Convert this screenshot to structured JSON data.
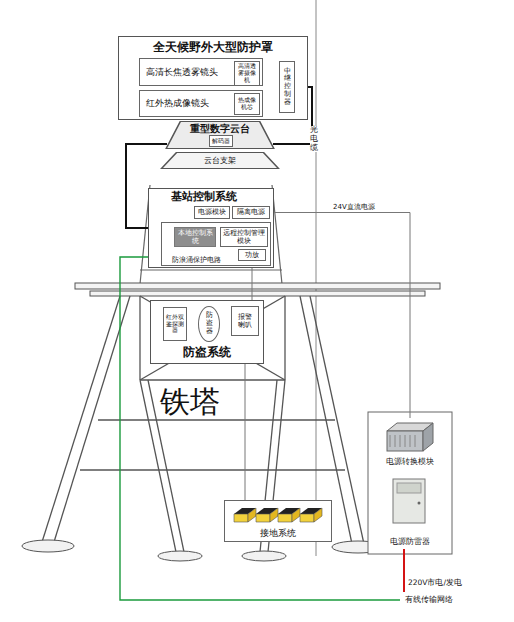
{
  "diagram": {
    "nodes": [
      {
        "text": [
          "全天候野外大型防护罩"
        ]
      },
      {
        "text": [
          "高清长焦透雾镜头"
        ],
        "in": 0
      },
      {
        "text": [
          "高清透雾摄像机"
        ],
        "in": 1
      },
      {
        "text": [
          "红外热成像镜头"
        ],
        "in": 0
      },
      {
        "text": [
          "热成像机芯"
        ],
        "in": 3
      },
      {
        "text": [
          "中继控制器"
        ],
        "in": 0
      },
      {
        "text": [
          "重型数字云台"
        ]
      },
      {
        "text": [
          "解码器"
        ],
        "in": 6
      },
      {
        "text": [
          "云台支架"
        ]
      },
      {
        "text": [
          "基站控制系统"
        ]
      },
      {
        "text": [
          "电源模块"
        ],
        "in": 9
      },
      {
        "text": [
          "隔离电源"
        ],
        "in": 9
      },
      {
        "text": [
          "防浪涌保护电路"
        ],
        "in": 9
      },
      {
        "text": [
          "本地控制系统"
        ],
        "in": 12
      },
      {
        "text": [
          "远程控制管理模块"
        ],
        "in": 12
      },
      {
        "text": [
          "功放"
        ],
        "in": 12
      },
      {
        "text": [
          "防盗系统"
        ]
      },
      {
        "text": [
          "红外双鉴探测器"
        ],
        "in": 16
      },
      {
        "text": [
          "防盗器"
        ],
        "in": 16
      },
      {
        "text": [
          "报警喇叭"
        ],
        "in": 16
      },
      {
        "text": [
          "接地系统"
        ]
      },
      {
        "text": [
          "电源转换模块"
        ]
      },
      {
        "text": [
          "电源防雷器"
        ]
      }
    ],
    "edges": [
      {
        "from": 5,
        "to": 6,
        "arrow": "none"
      },
      {
        "from": 6,
        "to": 9,
        "arrow": "none"
      },
      {
        "from": 11,
        "to": 21,
        "label": "24V直流电源",
        "arrow": "none"
      },
      {
        "from": 15,
        "to": 19,
        "arrow": "none"
      },
      {
        "from": 16,
        "to": 20,
        "arrow": "none"
      }
    ],
    "labels": [
      "铁塔",
      "光电缆",
      "220V市电/发电",
      "有线传输网络"
    ]
  }
}
